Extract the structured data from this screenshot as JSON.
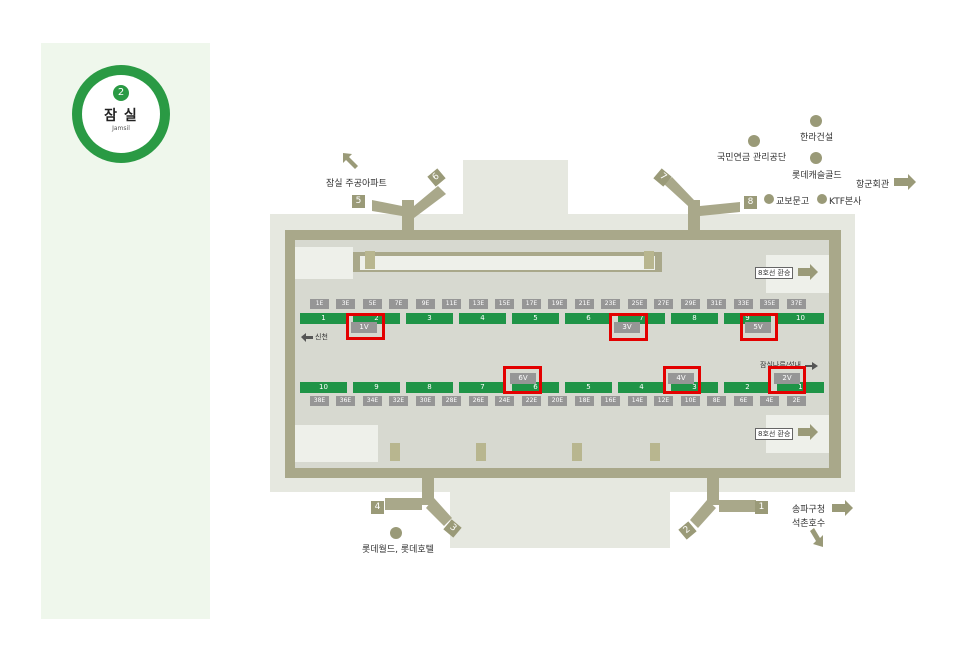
{
  "station": {
    "line_number": "2",
    "name_kr": "잠 실",
    "name_en": "Jamsil"
  },
  "colors": {
    "line_green": "#1f9447",
    "frame_olive": "#a9a88a",
    "highlight_red": "#e30000",
    "sidebar_bg": "#eff7ec"
  },
  "labels": {
    "jamsil_apt": "잠실 주공아파트",
    "nps": "국민연금 관리공단",
    "halla": "한라건설",
    "lotte_castle": "롯데캐슬골드",
    "kyobo": "교보문고",
    "ktf": "KTF본사",
    "airforce": "항군회관",
    "line8_top": "8호선 환승",
    "line8_bottom": "8호선 환승",
    "sincheon": "신천",
    "sports": "잠실나루/성내",
    "songpa": "송파구청",
    "seokchon": "석촌호수",
    "lotte_world": "롯데월드, 롯데호텔"
  },
  "exits": {
    "e1": "1",
    "e2": "2",
    "e3": "3",
    "e4": "4",
    "e5": "5",
    "e6": "6",
    "e7": "7",
    "e8": "8"
  },
  "top_doors": [
    "1E",
    "3E",
    "5E",
    "7E",
    "9E",
    "11E",
    "13E",
    "15E",
    "17E",
    "19E",
    "21E",
    "23E",
    "25E",
    "27E",
    "29E",
    "31E",
    "33E",
    "35E",
    "37E"
  ],
  "top_cars": [
    "1",
    "2",
    "3",
    "4",
    "5",
    "6",
    "7",
    "8",
    "9",
    "10"
  ],
  "top_vcars": [
    "1V",
    "3V",
    "5V"
  ],
  "bottom_doors": [
    "38E",
    "36E",
    "34E",
    "32E",
    "30E",
    "28E",
    "26E",
    "24E",
    "22E",
    "20E",
    "18E",
    "16E",
    "14E",
    "12E",
    "10E",
    "8E",
    "6E",
    "4E",
    "2E"
  ],
  "bottom_cars": [
    "10",
    "9",
    "8",
    "7",
    "6",
    "5",
    "4",
    "3",
    "2",
    "1"
  ],
  "bottom_vcars": [
    "6V",
    "4V",
    "2V"
  ]
}
